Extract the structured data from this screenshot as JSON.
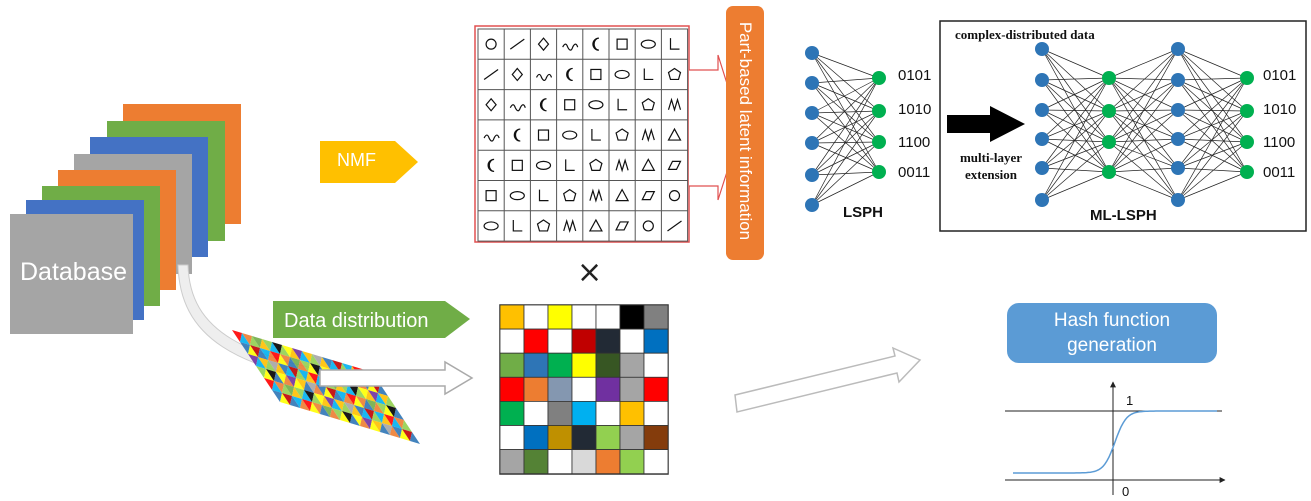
{
  "database": {
    "label": "Database"
  },
  "nmf": {
    "label": "NMF",
    "arrow_color": "#ffc000"
  },
  "data_distribution": {
    "label": "Data distribution",
    "arrow_color": "#70ad47"
  },
  "latent": {
    "label": "Part-based latent information",
    "color": "#ed7d31"
  },
  "operator": {
    "symbol": "×"
  },
  "lsph": {
    "label": "LSPH",
    "codes": [
      "0101",
      "1010",
      "1100",
      "0011"
    ]
  },
  "ml_lsph": {
    "label": "ML-LSPH",
    "title": "complex-distributed data",
    "codes": [
      "0101",
      "1010",
      "1100",
      "0011"
    ]
  },
  "extension": {
    "line1": "multi-layer",
    "line2": "extension"
  },
  "hash": {
    "line1": "Hash function",
    "line2": "generation",
    "y_top_label": "1",
    "x_origin_label": "0",
    "box_color": "#5b9bd5"
  },
  "colors": {
    "orange": "#ed7d31",
    "green": "#70ad47",
    "blue": "#4472c4",
    "gray": "#a5a5a5",
    "node_blue": "#2e75b6",
    "node_green": "#00b050",
    "frame_red": "#e05050"
  },
  "shape_grid": {
    "rows": 7,
    "cols": 8,
    "icon_names": [
      "squiggle-icon",
      "ring-icon",
      "coil-icon",
      "square-icon",
      "pentagon-icon",
      "hexagon-icon",
      "triangle-icon",
      "circle-icon",
      "star-icon",
      "cross-icon",
      "diamond-icon",
      "crescent-icon",
      "leaf-icon",
      "zigzag-icon",
      "parallelogram-icon",
      "line-icon"
    ]
  },
  "color_grid": {
    "rows": 7,
    "cols": 7,
    "cells": [
      [
        "#ffc000",
        "#ffffff",
        "#ffff00",
        "#ffffff",
        "#ffffff",
        "#000000",
        "#808080"
      ],
      [
        "#ffffff",
        "#ff0000",
        "#ffffff",
        "#c00000",
        "#222a35",
        "#ffffff",
        "#0070c0"
      ],
      [
        "#70ad47",
        "#2e75b6",
        "#00b050",
        "#ffff00",
        "#375623",
        "#a5a5a5",
        "#ffffff"
      ],
      [
        "#ff0000",
        "#ed7d31",
        "#8497b0",
        "#ffffff",
        "#7030a0",
        "#a5a5a5",
        "#ff0000"
      ],
      [
        "#00b050",
        "#ffffff",
        "#808080",
        "#00b0f0",
        "#ffffff",
        "#ffc000",
        "#ffffff"
      ],
      [
        "#ffffff",
        "#0070c0",
        "#bf9000",
        "#222a35",
        "#92d050",
        "#a5a5a5",
        "#843c0c"
      ],
      [
        "#a5a5a5",
        "#548235",
        "#ffffff",
        "#d9d9d9",
        "#ed7d31",
        "#92d050",
        "#ffffff"
      ]
    ]
  },
  "sigmoid": {
    "type": "line",
    "x_domain": [
      -1,
      1
    ],
    "asymptote_top": 1,
    "origin": 0
  }
}
